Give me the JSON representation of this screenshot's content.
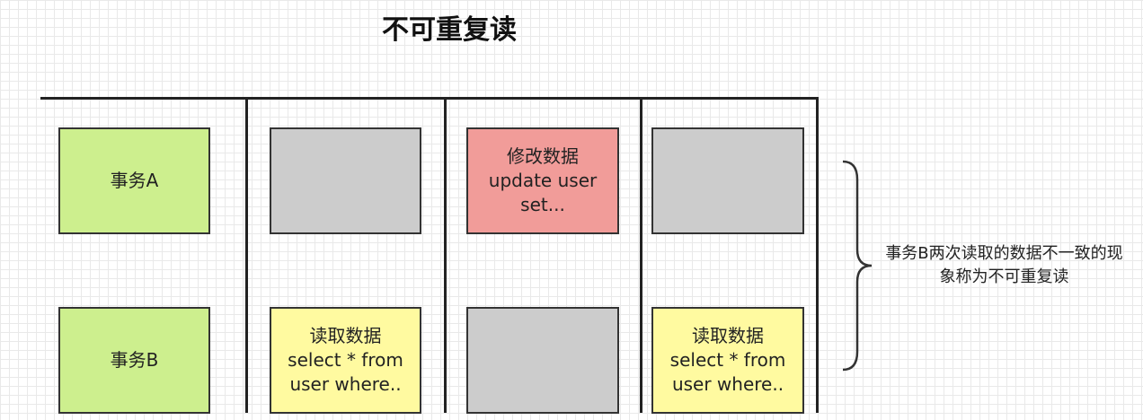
{
  "title": "不可重复读",
  "rows": {
    "a": {
      "label": "事务A",
      "cells": [
        {
          "color": "gray",
          "text": ""
        },
        {
          "color": "red",
          "text": "修改数据\nupdate user\nset..."
        },
        {
          "color": "gray",
          "text": ""
        }
      ]
    },
    "b": {
      "label": "事务B",
      "cells": [
        {
          "color": "yellow",
          "text": "读取数据\nselect * from\nuser where.."
        },
        {
          "color": "gray",
          "text": ""
        },
        {
          "color": "yellow",
          "text": "读取数据\nselect * from\nuser where.."
        }
      ]
    }
  },
  "annotation": "事务B两次读取的数据不一致的现象称为不可重复读",
  "colors": {
    "green": "#cdef8e",
    "gray": "#cccccc",
    "red": "#f19c99",
    "yellow": "#fffaa0",
    "line": "#222222"
  }
}
